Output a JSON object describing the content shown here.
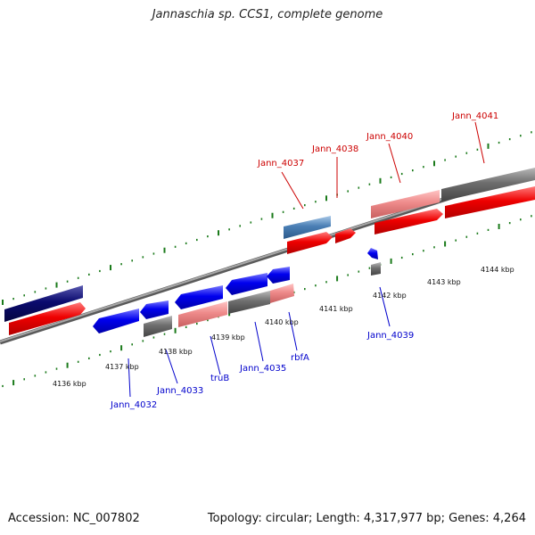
{
  "title": "Jannaschia sp. CCS1, complete genome",
  "footer": {
    "accession": "Accession: NC_007802",
    "stats": "Topology: circular; Length: 4,317,977 bp; Genes: 4,264"
  },
  "colors": {
    "forward_label": "#cc0000",
    "reverse_label": "#0000cc",
    "tick": "#1a7a1a",
    "backbone": "#8a8a8a",
    "strong_red": "#ee0000",
    "light_red": "#ee8888",
    "strong_blue": "#0000ee",
    "steel_blue": "#4a7fb5",
    "navy": "#0a0a6e",
    "gray": "#6e6e6e"
  },
  "upper_ruler_labels": [
    "4141 kbp",
    "4142 kbp",
    "4143 kbp",
    "4144 kbp"
  ],
  "lower_ruler_labels": [
    "4136 kbp",
    "4137 kbp",
    "4138 kbp",
    "4139 kbp",
    "4140 kbp"
  ],
  "forward_labels": [
    "Jann_4037",
    "Jann_4038",
    "Jann_4040",
    "Jann_4041"
  ],
  "reverse_labels": [
    "Jann_4032",
    "Jann_4033",
    "truB",
    "Jann_4035",
    "rbfA",
    "Jann_4039"
  ]
}
